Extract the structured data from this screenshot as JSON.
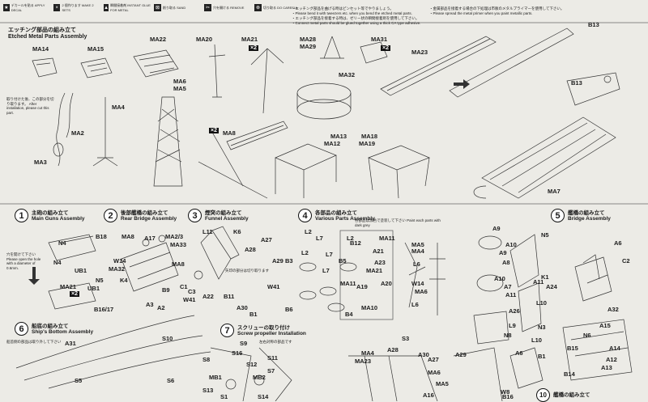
{
  "legend": [
    {
      "icon": "★",
      "text": "デカールを貼る APPLY DECAL"
    },
    {
      "icon": "×",
      "text": "2 個作ります MAKE 2 SETS"
    },
    {
      "icon": "▲",
      "text": "瞬間接着剤 INSTANT GLUE FOR METAL"
    },
    {
      "icon": "⊠",
      "text": "削り取る SAND"
    },
    {
      "icon": "✂",
      "text": "穴を開ける REMOVE"
    },
    {
      "icon": "⊗",
      "text": "切り取る DO CAREFUL"
    }
  ],
  "notes_left": [
    "・エッチング部品を曲げる時はピンセット等でやりましょう。",
    "・Please bend it with tweezers etc. when you bend the etched metal parts.",
    "・エッチング部品を接着する時は、ゼリー状の瞬間接着剤を使用して下さい。",
    "・Connect metal parts should be glued together using a thick CA type adhesive."
  ],
  "notes_right": [
    "・金属部品を接着する場合の下処理は市販のメタルプライマーを使用して下さい。",
    "・Please spread the metal primer when you paint metallic parts."
  ],
  "etched_section": {
    "title_jp": "エッチング部品の組み立て",
    "title_en": "Etched Metal Parts Assembly"
  },
  "top_parts": [
    "MA14",
    "MA15",
    "MA22",
    "MA20",
    "MA21",
    "MA28",
    "MA29",
    "MA31",
    "MA23",
    "B13",
    "MA6",
    "MA5",
    "MA4",
    "MA32",
    "MA2",
    "MA3",
    "MA8",
    "MA13",
    "MA12",
    "MA18",
    "MA19",
    "MA7",
    "B13"
  ],
  "after_install_note": "取り付けた後、この部分を切り取ります。 After installation, please cut this part.",
  "steps": [
    {
      "num": "1",
      "jp": "主砲の組み立て",
      "en": "Main Guns Assembly"
    },
    {
      "num": "2",
      "jp": "後部艦橋の組み立て",
      "en": "Rear Bridge Assembly"
    },
    {
      "num": "3",
      "jp": "煙突の組み立て",
      "en": "Funnel Assembly"
    },
    {
      "num": "4",
      "jp": "各部品の組み立て",
      "en": "Various Parts Assembly"
    },
    {
      "num": "5",
      "jp": "艦橋の組み立て",
      "en": "Bridge Assembly"
    },
    {
      "num": "6",
      "jp": "船底の組み立て",
      "en": "Ship's Bottom Assembly"
    },
    {
      "num": "7",
      "jp": "スクリューの取り付け",
      "en": "Screw propeller Installation"
    },
    {
      "num": "10",
      "jp": "艦橋の組み立て",
      "en": ""
    }
  ],
  "step4_note": "各部品は黒色で塗装して下さい Paint each parts with dark grey",
  "lower_parts": [
    "N4",
    "B18",
    "N4",
    "UB1",
    "MA21",
    "N5",
    "B16/17",
    "UB1",
    "MA8",
    "A17",
    "MA2/3",
    "MA33",
    "W14",
    "MA32",
    "MA8",
    "K4",
    "A3",
    "B9",
    "A2",
    "C1",
    "C3",
    "L11",
    "K6",
    "A28",
    "W41",
    "B11",
    "A22",
    "B1",
    "A30",
    "A29",
    "A27",
    "W41",
    "L7",
    "L2",
    "B3",
    "L2",
    "L7",
    "B6",
    "L7",
    "L2",
    "B5",
    "B4",
    "MA11",
    "B12",
    "MA11",
    "A23",
    "A21",
    "MA10",
    "MA21",
    "A20",
    "A19",
    "MA4",
    "L6",
    "W14",
    "MA5",
    "L6",
    "MA6",
    "A9",
    "A10",
    "A8",
    "A9",
    "A7",
    "A10",
    "A11",
    "A26",
    "L9",
    "N8",
    "A6",
    "L10",
    "B1",
    "N3",
    "L10",
    "N5",
    "K1",
    "A24",
    "A11",
    "A6",
    "C2",
    "A32",
    "N6",
    "A15",
    "B15",
    "A12",
    "A14",
    "B14",
    "A13",
    "A31",
    "S10",
    "S5",
    "S6",
    "S9",
    "S16",
    "S12",
    "S11",
    "S7",
    "S8",
    "MB1",
    "MB2",
    "S13",
    "S1",
    "S14",
    "S3",
    "A28",
    "A30",
    "A27",
    "MA23",
    "MA4",
    "MA6",
    "MA5",
    "A16",
    "A29",
    "B16",
    "W8"
  ],
  "small_notes": {
    "n4_note": "穴を開けて下さい Please open the hole with a diameter of 0.6mm.",
    "step6_note": "船首側の部品は取り外して下さい",
    "step3_note": "矢印の部分は切り取ります",
    "screw_note": "左右対称の部品です"
  },
  "tags": {
    "x2": "×2"
  }
}
